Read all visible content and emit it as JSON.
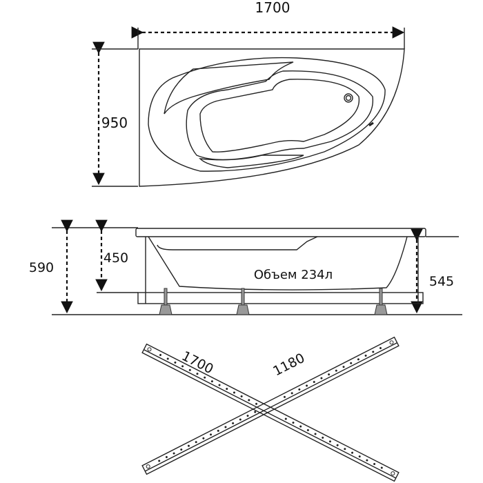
{
  "top_view": {
    "width_label": "1700",
    "depth_label": "950"
  },
  "side_view": {
    "total_height_label": "590",
    "inner_depth_label": "450",
    "side_height_label": "545",
    "volume_label": "Объем 234л"
  },
  "frame": {
    "long_bar_label": "1700",
    "short_bar_label": "1180"
  }
}
